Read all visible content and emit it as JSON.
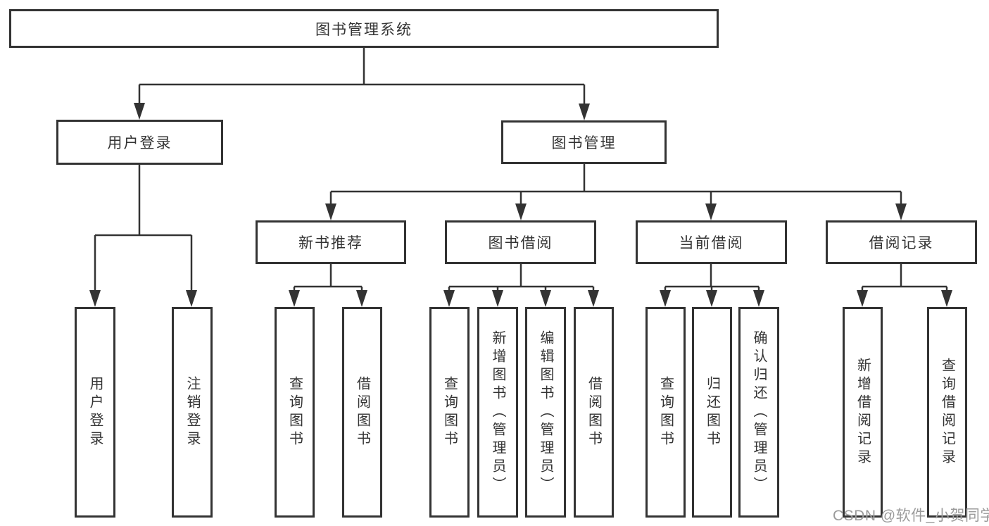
{
  "diagram": {
    "root": {
      "label": "图书管理系统"
    },
    "branches": [
      {
        "label": "用户登录",
        "children": [
          {
            "label": "用户登录"
          },
          {
            "label": "注销登录"
          }
        ]
      },
      {
        "label": "图书管理",
        "children": [
          {
            "label": "新书推荐",
            "children": [
              {
                "label": "查询图书"
              },
              {
                "label": "借阅图书"
              }
            ]
          },
          {
            "label": "图书借阅",
            "children": [
              {
                "label": "查询图书"
              },
              {
                "label": "新增图书（管理员）"
              },
              {
                "label": "编辑图书（管理员）"
              },
              {
                "label": "借阅图书"
              }
            ]
          },
          {
            "label": "当前借阅",
            "children": [
              {
                "label": "查询图书"
              },
              {
                "label": "归还图书"
              },
              {
                "label": "确认归还（管理员）"
              }
            ]
          },
          {
            "label": "借阅记录",
            "children": [
              {
                "label": "新增借阅记录"
              },
              {
                "label": "查询借阅记录"
              }
            ]
          }
        ]
      }
    ],
    "watermark": "CSDN @软件_小贺同学",
    "colors": {
      "line": "#333333",
      "text": "#333333",
      "background": "#ffffff",
      "watermark": "#9b9b9b"
    }
  }
}
